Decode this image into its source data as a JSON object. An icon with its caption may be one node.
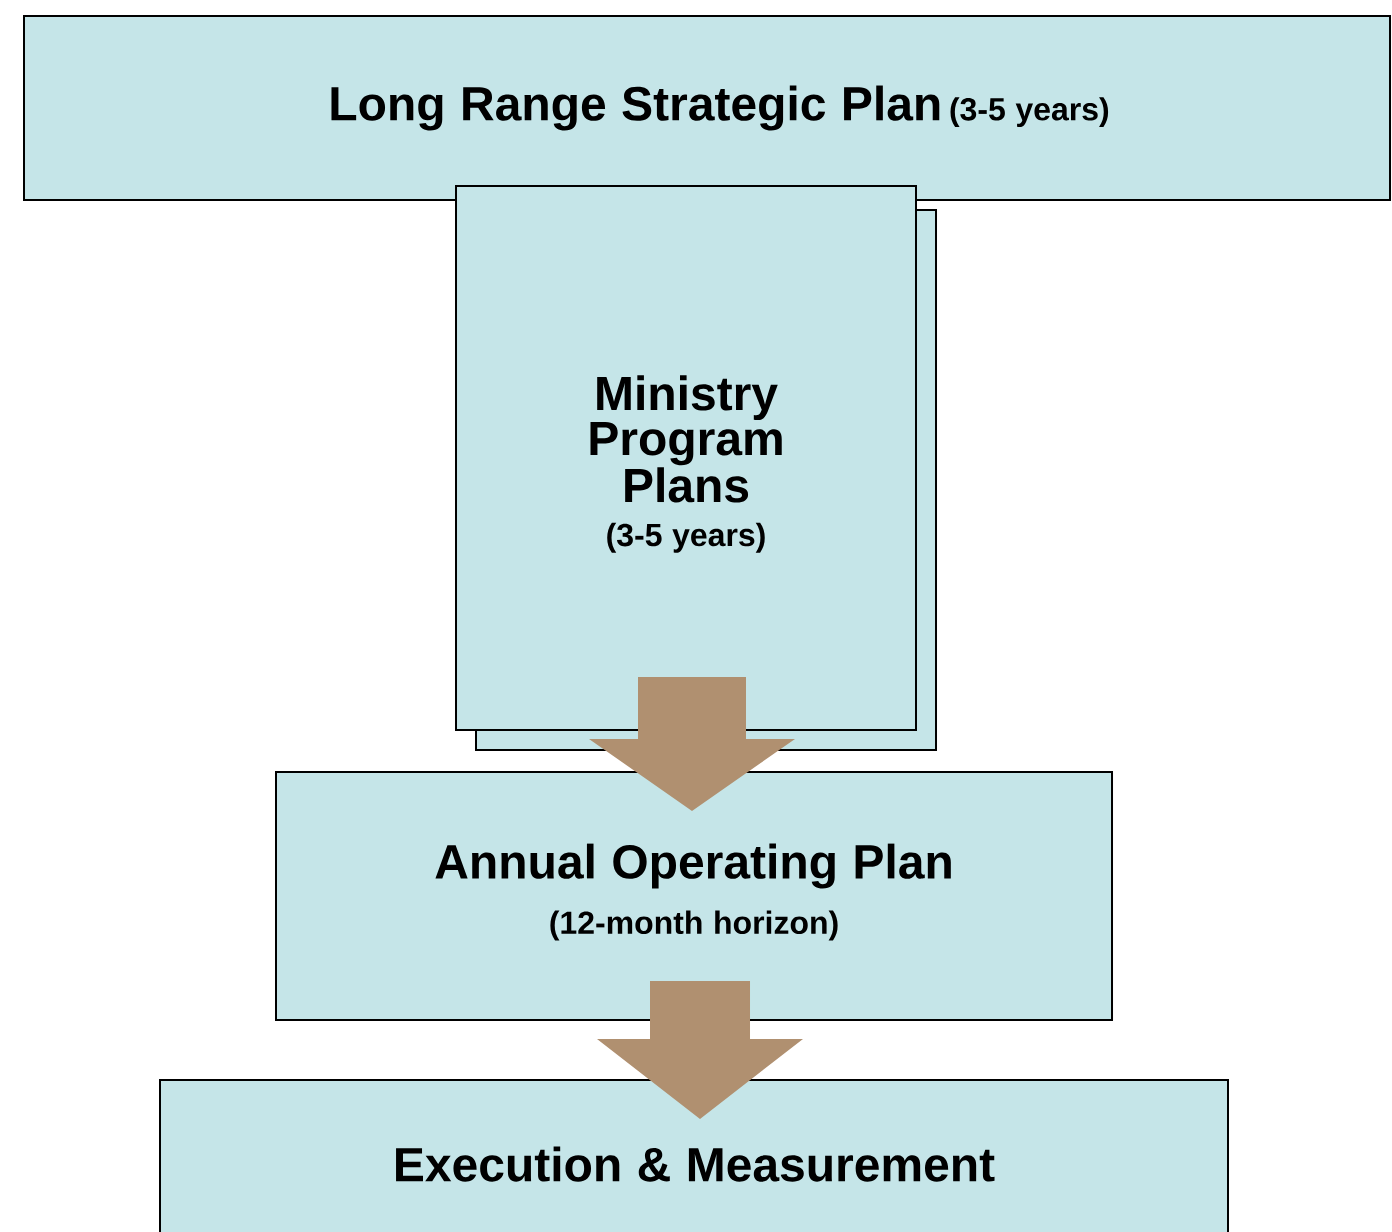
{
  "diagram": {
    "nodes": [
      {
        "text": [
          "Long Range Strategic Plan",
          "(3-5 years)"
        ]
      },
      {
        "text": [
          "Ministry Program Plans",
          "(3-5 years)"
        ]
      },
      {
        "text": [
          "Annual Operating Plan",
          "(12-month horizon)"
        ]
      },
      {
        "text": [
          "Execution & Measurement"
        ]
      }
    ],
    "edges": [
      {
        "from": 1,
        "to": 2,
        "arrow": "to",
        "style": "thick",
        "color": "#b09070"
      },
      {
        "from": 2,
        "to": 3,
        "arrow": "to",
        "style": "thick",
        "color": "#b09070"
      }
    ]
  }
}
